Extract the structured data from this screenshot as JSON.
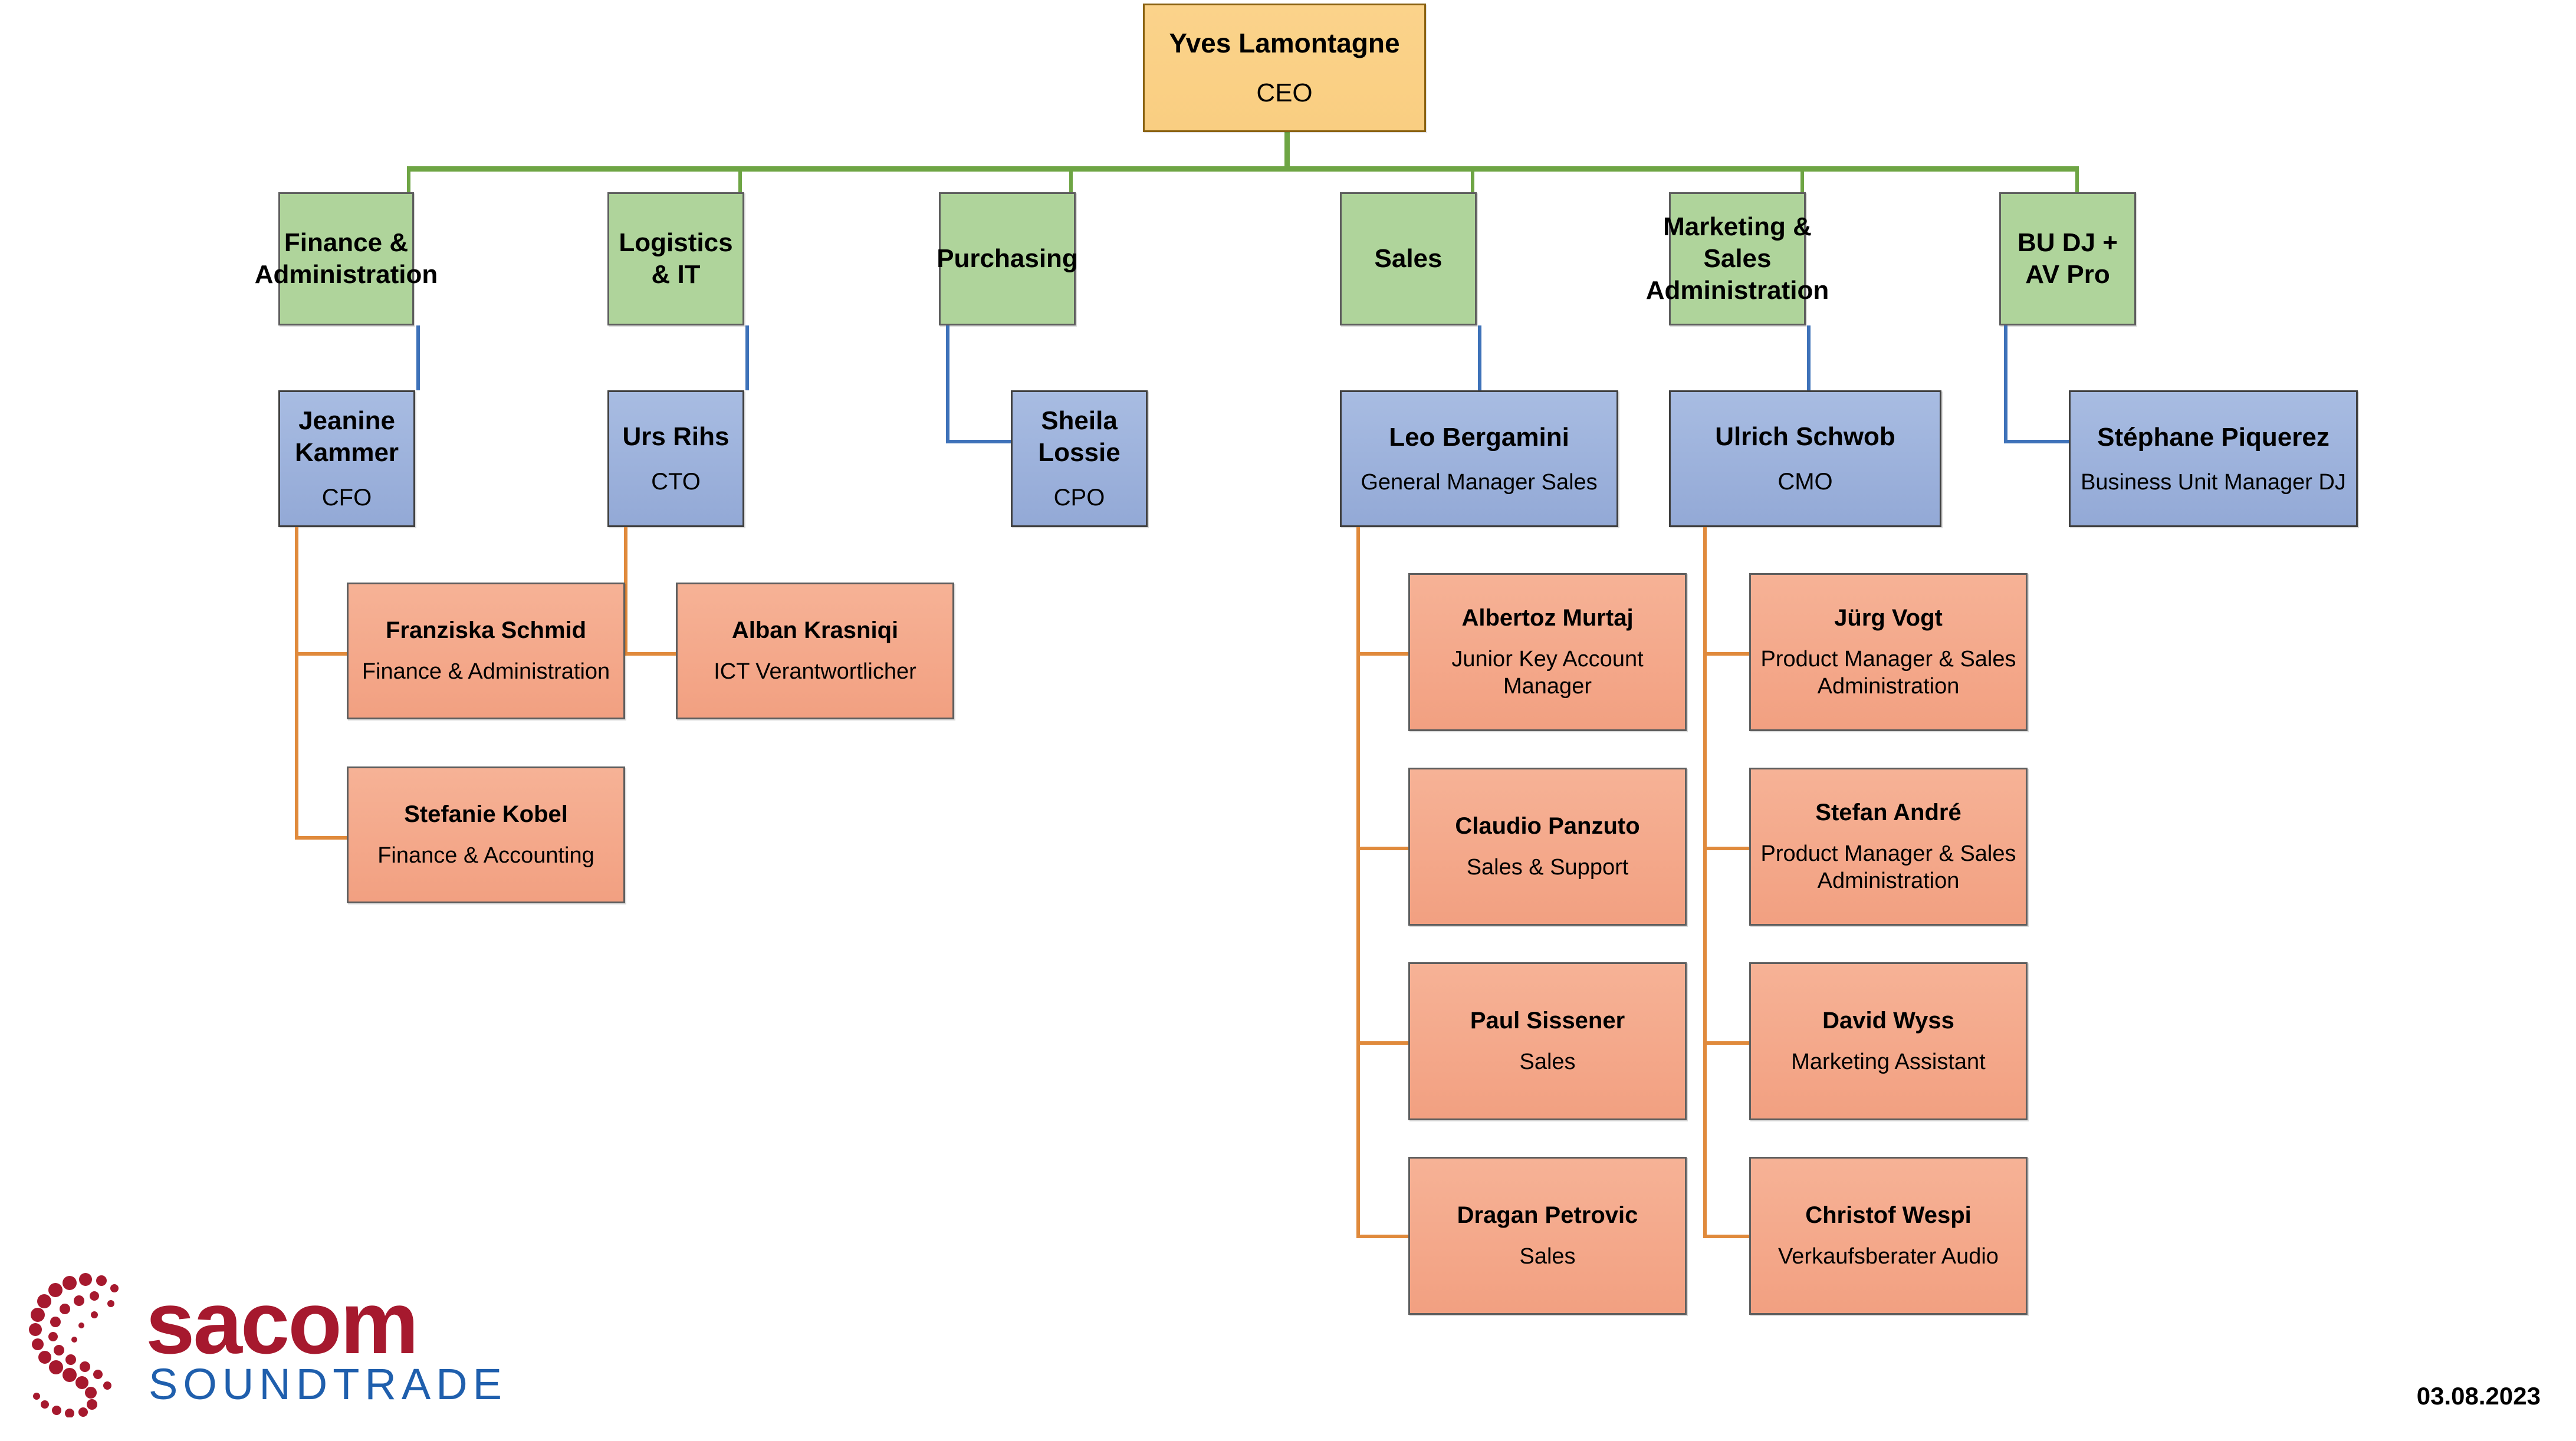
{
  "chart_title": "Sacom Soundtrade Organizational Chart",
  "footer": {
    "date": "03.08.2023",
    "logo": {
      "wordmark": "sacom",
      "subword": "SOUNDTRADE",
      "mark_color": "#A6192E",
      "sub_color": "#1F5FAD"
    }
  },
  "colors": {
    "ceo_fill": "#F9CE81",
    "ceo_border": "#8A6212",
    "dept_fill": "#AFD49B",
    "dept_border": "#5E5E5E",
    "manager_fill": "#9DB2DC",
    "manager_border": "#404040",
    "staff_fill": "#F2A081",
    "staff_border": "#5E5E5E",
    "line_green": "#6EA544",
    "line_blue": "#3E72B9",
    "line_orange": "#E08A3C"
  },
  "ceo": {
    "name": "Yves Lamontagne",
    "title": "CEO"
  },
  "departments": [
    {
      "label": "Finance & Administration"
    },
    {
      "label": "Logistics & IT"
    },
    {
      "label": "Purchasing"
    },
    {
      "label": "Sales"
    },
    {
      "label": "Marketing & Sales Administration"
    },
    {
      "label": "BU DJ + AV Pro"
    }
  ],
  "managers": [
    {
      "name": "Jeanine Kammer",
      "title": "CFO"
    },
    {
      "name": "Urs Rihs",
      "title": "CTO"
    },
    {
      "name": "Sheila Lossie",
      "title": "CPO"
    },
    {
      "name": "Leo Bergamini",
      "title": "General Manager Sales"
    },
    {
      "name": "Ulrich Schwob",
      "title": "CMO"
    },
    {
      "name": "Stéphane Piquerez",
      "title": "Business Unit Manager DJ"
    }
  ],
  "staff": {
    "finance": [
      {
        "name": "Franziska Schmid",
        "title": "Finance & Administration"
      },
      {
        "name": "Stefanie Kobel",
        "title": "Finance & Accounting"
      }
    ],
    "logistics": [
      {
        "name": "Alban Krasniqi",
        "title": "ICT Verantwortlicher"
      }
    ],
    "sales": [
      {
        "name": "Albertoz Murtaj",
        "title": "Junior Key Account Manager"
      },
      {
        "name": "Claudio Panzuto",
        "title": "Sales & Support"
      },
      {
        "name": "Paul Sissener",
        "title": "Sales"
      },
      {
        "name": "Dragan Petrovic",
        "title": "Sales"
      }
    ],
    "marketing": [
      {
        "name": "Jürg Vogt",
        "title": "Product Manager & Sales Administration"
      },
      {
        "name": "Stefan André",
        "title": "Product Manager & Sales Administration"
      },
      {
        "name": "David Wyss",
        "title": "Marketing Assistant"
      },
      {
        "name": "Christof Wespi",
        "title": "Verkaufsberater Audio"
      }
    ]
  }
}
